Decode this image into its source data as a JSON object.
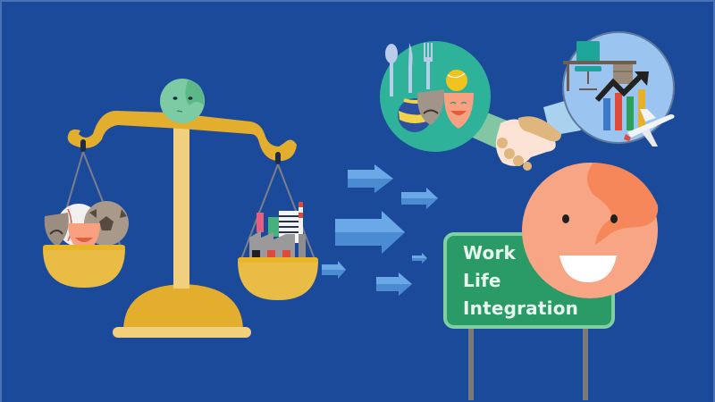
{
  "scene": {
    "title": "Work Life Integration illustration",
    "background_color": "#1b4a9a"
  },
  "sign": {
    "lines": [
      "Work",
      "Life",
      "Integration"
    ],
    "color": "#2a9a66",
    "border_color": "#7fcfa0"
  },
  "scale": {
    "face": "neutral-face",
    "left_pan_items": [
      "sad-mask-icon",
      "happy-mask-icon",
      "baseball-icon",
      "soccer-ball-icon"
    ],
    "right_pan_items": [
      "factory-icon",
      "office-building-icon",
      "crane-icon",
      "chimney-icon"
    ]
  },
  "life_circle": {
    "items": [
      "spoon-icon",
      "knife-icon",
      "fork-icon",
      "tennis-ball-icon",
      "volleyball-icon",
      "sad-mask-icon",
      "happy-mask-icon"
    ],
    "color": "#2fb29a"
  },
  "work_circle": {
    "items": [
      "desk-icon",
      "office-chair-icon",
      "trend-arrow-icon",
      "bar-chart-icon",
      "airplane-icon"
    ],
    "color": "#9cc4f0"
  },
  "smiley": {
    "color": "#f7a584",
    "shade_color": "#f5875a"
  },
  "arrows": {
    "count": 6,
    "color": "#6aa8e8"
  }
}
